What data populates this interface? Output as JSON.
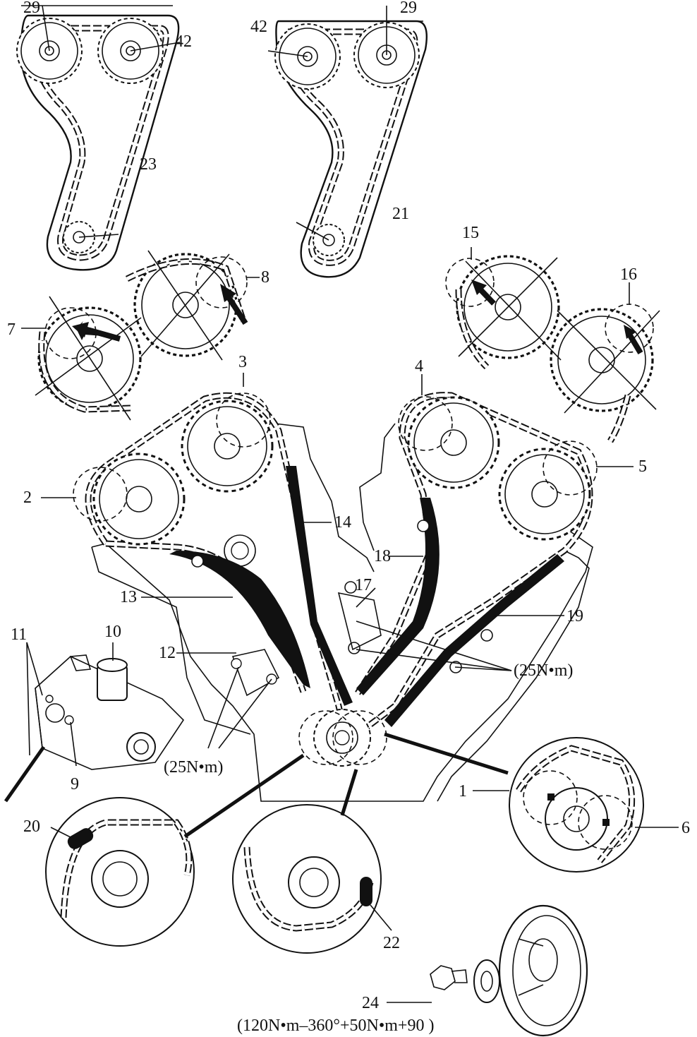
{
  "labels": {
    "l1": "1",
    "l2": "2",
    "l3": "3",
    "l4": "4",
    "l5": "5",
    "l6": "6",
    "l7": "7",
    "l8": "8",
    "l9": "9",
    "l10": "10",
    "l11": "11",
    "l12": "12",
    "l13": "13",
    "l14": "14",
    "l15": "15",
    "l16": "16",
    "l17": "17",
    "l18": "18",
    "l19": "19",
    "l20": "20",
    "l21": "21",
    "l22": "22",
    "l23": "23",
    "l24": "24",
    "l29a": "29",
    "l29b": "29",
    "l42a": "42",
    "l42b": "42"
  },
  "torques": {
    "t1": "(25N•m)",
    "t2": "(25N•m)",
    "t3": "(120N•m–360°+50N•m+90 )"
  }
}
